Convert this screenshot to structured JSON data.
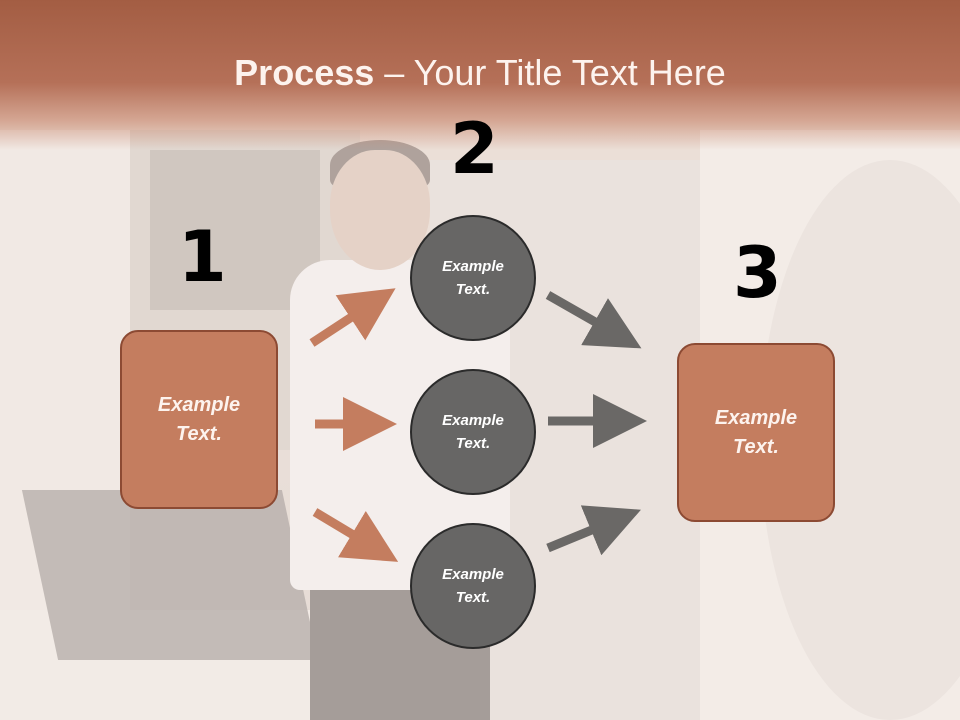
{
  "title": {
    "bold": "Process",
    "rest": " – Your Title Text Here"
  },
  "steps": [
    {
      "number": "1",
      "text": "Example Text."
    },
    {
      "number": "2",
      "text": "Example Text."
    },
    {
      "number": "3",
      "text": "Example Text."
    }
  ],
  "circles": [
    {
      "text": "Example Text."
    },
    {
      "text": "Example Text."
    },
    {
      "text": "Example Text."
    }
  ],
  "colors": {
    "title_bar": "#b06a50",
    "box_fill": "#c47d5f",
    "box_border": "#8c4a33",
    "circle_fill": "#676665",
    "arrow_orange": "#c47d5f",
    "arrow_gray": "#6a6866"
  }
}
